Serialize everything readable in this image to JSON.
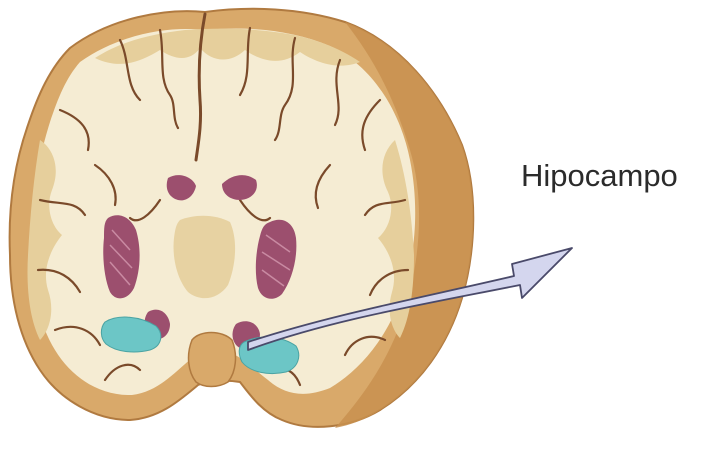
{
  "annotation": {
    "label": "Hipocampo"
  },
  "illustration": {
    "subject": "coronal-brain-section",
    "highlighted_structure": "hippocampus"
  },
  "colors": {
    "background": "#ffffff",
    "cortex_outer": "#d9a96a",
    "cortex_shade": "#c8904f",
    "white_matter": "#f5ecd3",
    "gray_matter": "#e6cf9c",
    "sulcus": "#7a4a2a",
    "ventricle_basal": "#9c4f6e",
    "hippocampus": "#6cc6c6",
    "arrow_fill": "#d4d6ee",
    "arrow_stroke": "#4a4a6a",
    "label_text": "#2b2b2b"
  }
}
